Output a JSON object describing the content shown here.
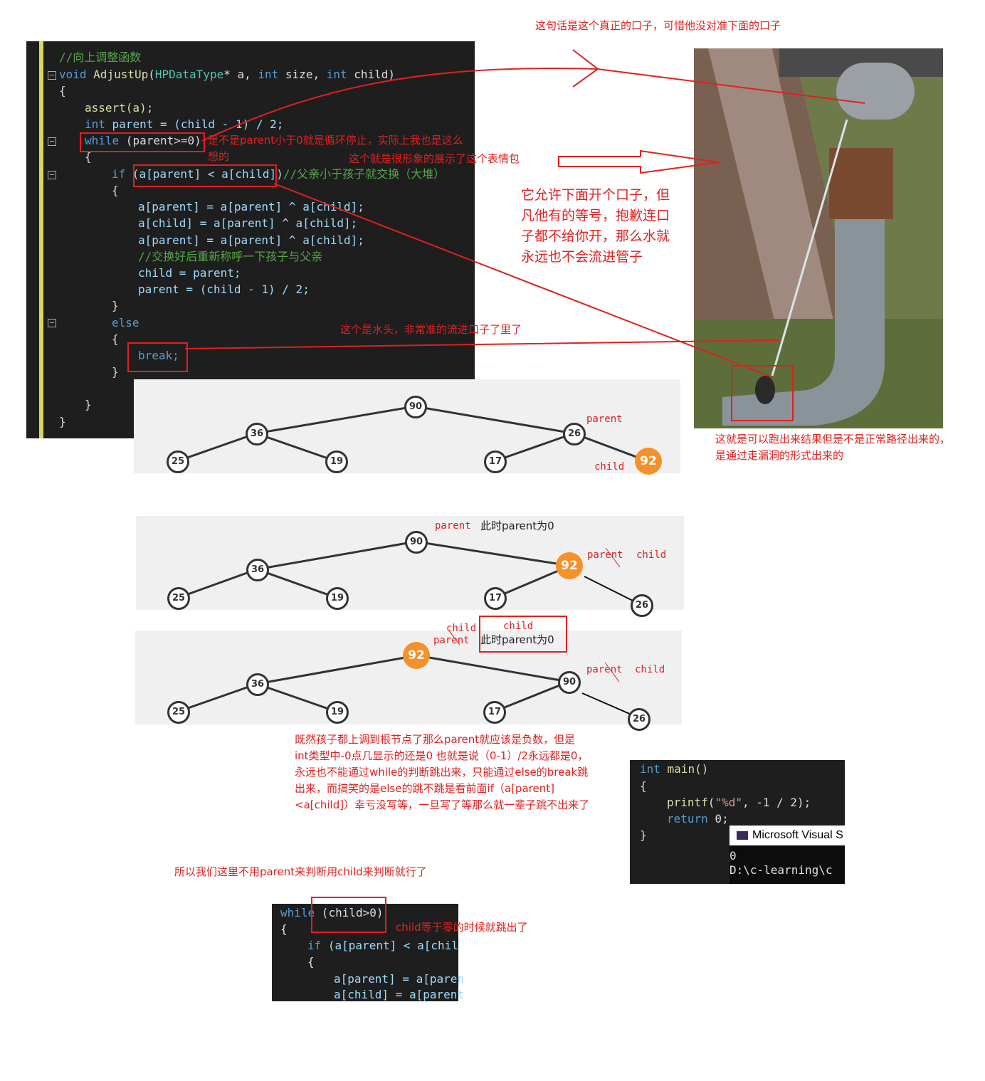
{
  "code_main": {
    "comment_title": "//向上调整函数",
    "sig_void": "void",
    "sig_fn": "AdjustUp",
    "sig_type": "HPDataType",
    "sig_rest_a": "* a, ",
    "sig_int1": "int",
    "sig_size": " size, ",
    "sig_int2": "int",
    "sig_child": " child)",
    "brace_open": "{",
    "assert_line": "assert(a);",
    "parent_int": "int",
    "parent_line": " parent = (child - 1) / 2;",
    "while_kw": "while",
    "while_cond": " (parent>=0)",
    "brace_open2": "{",
    "if_kw": "if",
    "if_cond": " (a[parent] < a[child])",
    "if_comment": "//父亲小于孩子就交换（大堆）",
    "brace_open3": "{",
    "swap1": "a[parent] = a[parent] ^ a[child];",
    "swap2": "a[child] = a[parent] ^ a[child];",
    "swap3": "a[parent] = a[parent] ^ a[child];",
    "swap_comment": "//交换好后重新称呼一下孩子与父亲",
    "assign_child": "child = parent;",
    "assign_parent": "parent = (child - 1) / 2;",
    "brace_close3": "}",
    "else_kw": "else",
    "brace_open4": "{",
    "break_kw": "break;",
    "brace_close4": "}",
    "brace_close2": "}",
    "brace_close1": "}"
  },
  "annotations": {
    "top_mouth": "这句话是这个真正的口子，可惜他没对准下面的口子",
    "thought": "是不是parent小于0就是循环停止，实际上我也是这么想的",
    "meme": "这个就是很形象的展示了这个表情包",
    "allow_open": "它允许下面开个口子，但凡他有的等号，抱歉连口子都不给你开，那么水就永远也不会流进管子",
    "water_head": "这个是水头，非常准的流进口子了里了",
    "result": "这就是可以跑出来结果但是不是正常路径出来的，是通过走漏洞的形式出来的",
    "parent_zero_1": "此时parent为0",
    "parent_zero_2": "此时parent为0",
    "explanation": "既然孩子都上调到根节点了那么parent就应该是负数，但是  int类型中-0点几显示的还是0  也就是说（0-1）/2永远都是0，永远也不能通过while的判断跳出来，只能通过else的break跳出来，而搞笑的是else的跳不跳是看前面if（a[parent]<a[child]）幸亏没写等，一旦写了等那么就一辈子跳不出来了",
    "conclusion": "所以我们这里不用parent来判断用child来判断就行了",
    "child_zero": "child等于零的时候就跳出了"
  },
  "trees": {
    "t1": {
      "n90": "90",
      "n36": "36",
      "n26": "26",
      "n25": "25",
      "n19": "19",
      "n17": "17",
      "hot": "92",
      "lbl_parent": "parent",
      "lbl_child": "child"
    },
    "t2": {
      "n90": "90",
      "n36": "36",
      "hot": "92",
      "n25": "25",
      "n19": "19",
      "n17": "17",
      "n26": "26",
      "lbl_parent_top": "parent",
      "lbl_parent": "parent",
      "lbl_child": "child"
    },
    "t3": {
      "hot": "92",
      "n36": "36",
      "n90": "90",
      "n25": "25",
      "n19": "19",
      "n17": "17",
      "n26": "26",
      "lbl_child_a": "child",
      "lbl_parent_a": "parent",
      "lbl_child_b": "child",
      "lbl_parent": "parent",
      "lbl_child": "child"
    }
  },
  "code_small": {
    "int_kw": "int",
    "main_fn": " main()",
    "brace": "{",
    "printf_fn": "printf",
    "printf_str": "\"%d\"",
    "printf_rest": ", -1 / 2);",
    "return_kw": "return",
    "return_rest": " 0;",
    "brace_close": "}",
    "console_title": "Microsoft Visual S",
    "console_out": "0",
    "console_path": "D:\\c-learning\\c"
  },
  "code_bottom": {
    "while_kw": "while",
    "while_cond": " (child>0)",
    "brace": "{",
    "if_kw": "if",
    "if_cond": " (a[parent] < a[chil",
    "brace2": "{",
    "line1": "a[parent] = a[paren",
    "line2": "a[child] = a[parent"
  },
  "colors": {
    "annotation_red": "#e02020",
    "node_orange": "#f5902a",
    "code_bg": "#1e1e1e"
  }
}
